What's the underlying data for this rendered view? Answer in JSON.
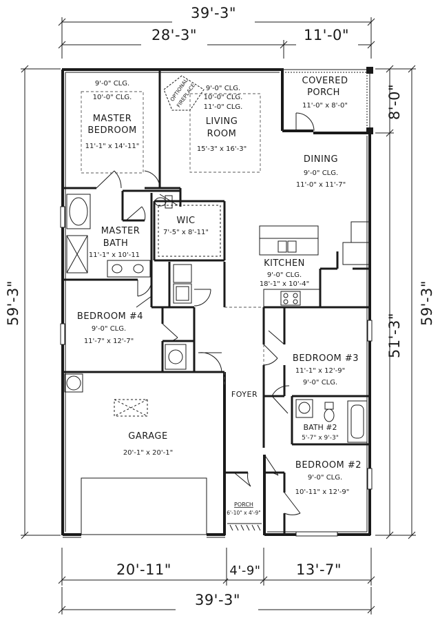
{
  "dimensions": {
    "overall_top": "39'-3\"",
    "top_left": "28'-3\"",
    "top_right": "11'-0\"",
    "overall_left": "59'-3\"",
    "overall_right": "59'-3\"",
    "right_upper": "8'-0\"",
    "right_lower": "51'-3\"",
    "bottom_left": "20'-11\"",
    "bottom_mid": "4'-9\"",
    "bottom_right": "13'-7\"",
    "overall_bottom": "39'-3\""
  },
  "rooms": {
    "master_bedroom": {
      "clg1": "9'-0\" CLG.",
      "clg2": "10'-0\" CLG.",
      "name1": "MASTER",
      "name2": "BEDROOM",
      "size": "11'-1\" x 14'-11\""
    },
    "fireplace": {
      "line1": "OPTIONAL",
      "line2": "FIREPLACE"
    },
    "living_room": {
      "clg1": "9'-0\" CLG.",
      "clg2": "10'-0\" CLG.",
      "clg3": "11'-0\" CLG.",
      "name1": "LIVING",
      "name2": "ROOM",
      "size": "15'-3\" x 16'-3\""
    },
    "covered_porch": {
      "name1": "COVERED",
      "name2": "PORCH",
      "size": "11'-0\" x 8'-0\""
    },
    "dining": {
      "name": "DINING",
      "clg": "9'-0\" CLG.",
      "size": "11'-0\" x 11'-7\""
    },
    "master_bath": {
      "name1": "MASTER",
      "name2": "BATH",
      "size": "11'-1\" x 10'-11"
    },
    "wic": {
      "name": "WIC",
      "size": "7'-5\" x 8'-11\""
    },
    "kitchen": {
      "name": "KITCHEN",
      "clg": "9'-0\" CLG.",
      "size": "18'-1\" x 10'-4\""
    },
    "bedroom4": {
      "name": "BEDROOM #4",
      "clg": "9'-0\" CLG.",
      "size": "11'-7\" x 12'-7\""
    },
    "bedroom3": {
      "name": "BEDROOM #3",
      "size": "11'-1\" x 12'-9\"",
      "clg": "9'-0\" CLG."
    },
    "foyer": {
      "name": "FOYER"
    },
    "garage": {
      "name": "GARAGE",
      "size": "20'-1\" x 20'-1\""
    },
    "bath2": {
      "name": "BATH #2",
      "size": "5'-7\" x 9'-3\""
    },
    "bedroom2": {
      "name": "BEDROOM #2",
      "clg": "9'-0\" CLG.",
      "size": "10'-11\" x 12'-9\""
    },
    "porch": {
      "name": "PORCH",
      "size": "6'-10\" x 4'-9\""
    }
  }
}
